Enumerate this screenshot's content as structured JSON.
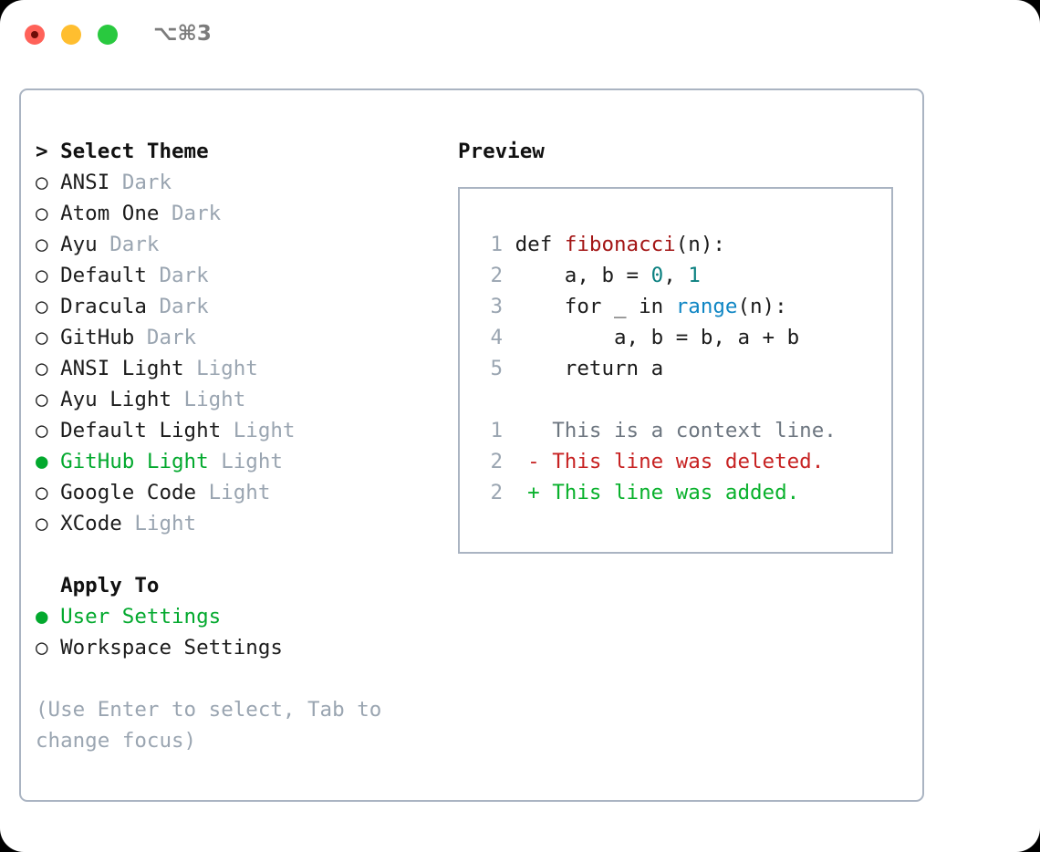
{
  "window": {
    "shortcut": "⌥⌘3",
    "traffic_lights": [
      "close-red",
      "minimize-yellow",
      "maximize-green"
    ],
    "colors": {
      "red": "#ff6259",
      "yellow": "#ffbe2f",
      "green": "#29c93f",
      "border": "#aab4c2",
      "muted": "#9aa5b1",
      "accent_green": "#03a92e"
    }
  },
  "theme_picker": {
    "prompt": ">",
    "title": "Select Theme",
    "marker_selected": "●",
    "marker_unselected": "○",
    "items": [
      {
        "label": "ANSI",
        "badge": "Dark",
        "selected": false
      },
      {
        "label": "Atom One",
        "badge": "Dark",
        "selected": false
      },
      {
        "label": "Ayu",
        "badge": "Dark",
        "selected": false
      },
      {
        "label": "Default",
        "badge": "Dark",
        "selected": false
      },
      {
        "label": "Dracula",
        "badge": "Dark",
        "selected": false
      },
      {
        "label": "GitHub",
        "badge": "Dark",
        "selected": false
      },
      {
        "label": "ANSI Light",
        "badge": "Light",
        "selected": false
      },
      {
        "label": "Ayu Light",
        "badge": "Light",
        "selected": false
      },
      {
        "label": "Default Light",
        "badge": "Light",
        "selected": false
      },
      {
        "label": "GitHub Light",
        "badge": "Light",
        "selected": true
      },
      {
        "label": "Google Code",
        "badge": "Light",
        "selected": false
      },
      {
        "label": "XCode",
        "badge": "Light",
        "selected": false
      }
    ]
  },
  "apply_to": {
    "title": "Apply To",
    "items": [
      {
        "label": "User Settings",
        "selected": true
      },
      {
        "label": "Workspace Settings",
        "selected": false
      }
    ]
  },
  "hint": "(Use Enter to select, Tab to change focus)",
  "preview": {
    "title": "Preview",
    "code_lines": [
      {
        "number": "1",
        "tokens": [
          {
            "text": "def ",
            "kind": "plain"
          },
          {
            "text": "fibonacci",
            "kind": "fn"
          },
          {
            "text": "(n):",
            "kind": "plain"
          }
        ]
      },
      {
        "number": "2",
        "tokens": [
          {
            "text": "    a, b = ",
            "kind": "plain"
          },
          {
            "text": "0",
            "kind": "num"
          },
          {
            "text": ", ",
            "kind": "plain"
          },
          {
            "text": "1",
            "kind": "num"
          }
        ]
      },
      {
        "number": "3",
        "tokens": [
          {
            "text": "    for _ in ",
            "kind": "plain"
          },
          {
            "text": "range",
            "kind": "call"
          },
          {
            "text": "(n):",
            "kind": "plain"
          }
        ]
      },
      {
        "number": "4",
        "tokens": [
          {
            "text": "        a, b = b, a + b",
            "kind": "plain"
          }
        ]
      },
      {
        "number": "5",
        "tokens": [
          {
            "text": "    return a",
            "kind": "plain"
          }
        ]
      }
    ],
    "diff_lines": [
      {
        "number": "1",
        "sign": " ",
        "text": "This is a context line.",
        "kind": "context"
      },
      {
        "number": "2",
        "sign": "-",
        "text": "This line was deleted.",
        "kind": "del"
      },
      {
        "number": "2",
        "sign": "+",
        "text": "This line was added.",
        "kind": "add"
      }
    ]
  }
}
